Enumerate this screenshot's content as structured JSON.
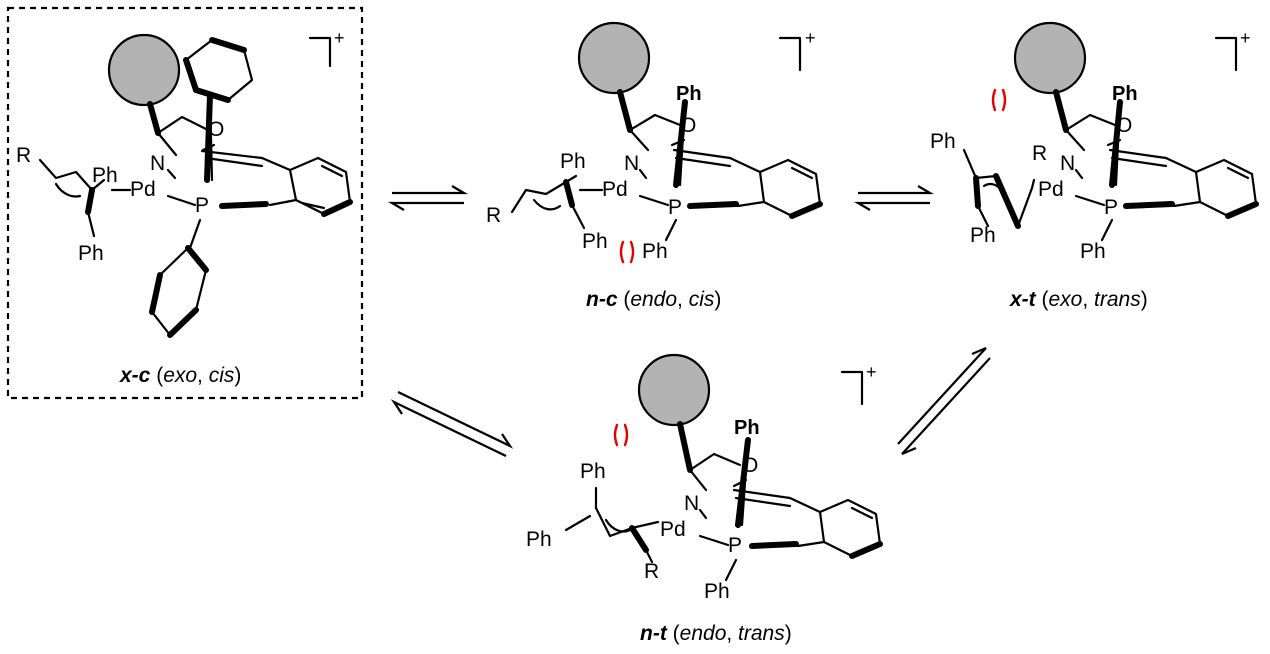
{
  "atoms": {
    "r": "R",
    "ph": "Ph",
    "pd": "Pd",
    "n": "N",
    "p": "P",
    "o": "O",
    "charge_plus": "+"
  },
  "structures": [
    {
      "id": "x-c",
      "label_bold": "x-c",
      "label_rest_1": " (",
      "label_italic_1": "exo",
      "label_rest_2": ", ",
      "label_italic_2": "cis",
      "label_rest_3": ")",
      "highlighted": true,
      "steric_clash": false
    },
    {
      "id": "n-c",
      "label_bold": "n-c",
      "label_rest_1": " (",
      "label_italic_1": "endo",
      "label_rest_2": ", ",
      "label_italic_2": "cis",
      "label_rest_3": ")",
      "highlighted": false,
      "steric_clash": true
    },
    {
      "id": "x-t",
      "label_bold": "x-t",
      "label_rest_1": " (",
      "label_italic_1": "exo",
      "label_rest_2": ", ",
      "label_italic_2": "trans",
      "label_rest_3": ")",
      "highlighted": false,
      "steric_clash": true
    },
    {
      "id": "n-t",
      "label_bold": "n-t",
      "label_rest_1": " (",
      "label_italic_1": "endo",
      "label_rest_2": ", ",
      "label_italic_2": "trans",
      "label_rest_3": ")",
      "highlighted": false,
      "steric_clash": true
    }
  ],
  "equilibria": [
    {
      "from": "x-c",
      "to": "n-c"
    },
    {
      "from": "n-c",
      "to": "x-t"
    },
    {
      "from": "x-c",
      "to": "n-t"
    },
    {
      "from": "n-t",
      "to": "x-t"
    }
  ],
  "colors": {
    "bulky_group_fill": "#b3b3b3",
    "steric_mark": "#e00000",
    "bond": "#000000"
  }
}
